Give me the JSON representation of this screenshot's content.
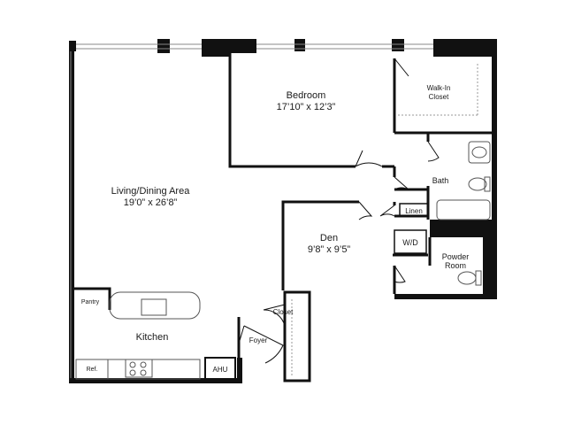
{
  "rooms": {
    "bedroom": {
      "name": "Bedroom",
      "size": "17’10” x 12’3”"
    },
    "living": {
      "name": "Living/Dining Area",
      "size": "19’0” x 26’8”"
    },
    "den": {
      "name": "Den",
      "size": "9’8” x 9’5”"
    },
    "walkin": {
      "line1": "Walk-In",
      "line2": "Closet"
    },
    "bath": {
      "name": "Bath"
    },
    "linen": {
      "name": "Linen"
    },
    "wd": {
      "name": "W/D"
    },
    "powder": {
      "line1": "Powder",
      "line2": "Room"
    },
    "pantry": {
      "name": "Pantry"
    },
    "kitchen": {
      "name": "Kitchen"
    },
    "closet": {
      "name": "Closet"
    },
    "foyer": {
      "name": "Foyer"
    },
    "ref": {
      "name": "Ref."
    },
    "ahu": {
      "name": "AHU"
    }
  },
  "colors": {
    "wall": "#111111",
    "fixture": "#555555",
    "background": "#ffffff"
  }
}
